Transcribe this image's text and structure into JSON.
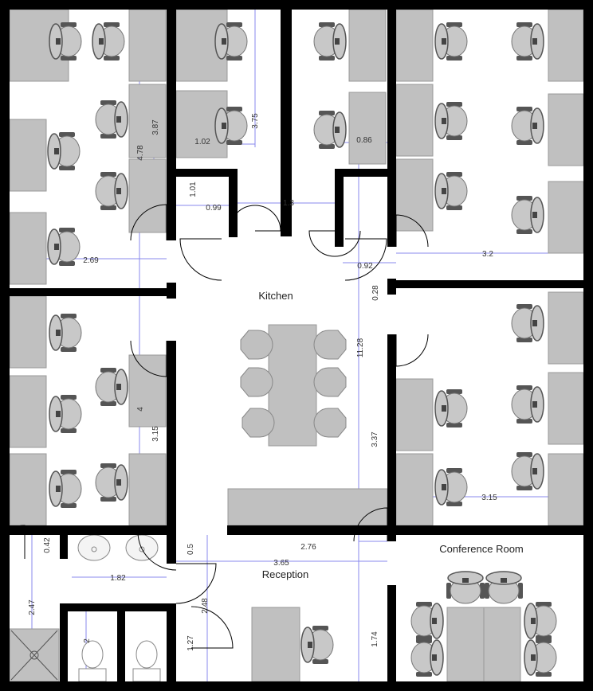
{
  "rooms": {
    "kitchen": "Kitchen",
    "reception": "Reception",
    "conference": "Conference Room"
  },
  "dimensions": {
    "d_3_87": "3.87",
    "d_4_78": "4.78",
    "d_3_75": "3.75",
    "d_1_02": "1.02",
    "d_0_86": "0.86",
    "d_1_01": "1.01",
    "d_0_99": "0.99",
    "d_1_3": "1.3",
    "d_2_69": "2.69",
    "d_0_92": "0.92",
    "d_0_28": "0.28",
    "d_3_2": "3.2",
    "d_11_28": "11.28",
    "d_4": "4",
    "d_3_15a": "3.15",
    "d_3_37": "3.37",
    "d_3_15b": "3.15",
    "d_0_42": "0.42",
    "d_0_5": "0.5",
    "d_2_76": "2.76",
    "d_3_65": "3.65",
    "d_1_82": "1.82",
    "d_2_47": "2.47",
    "d_2_48": "2.48",
    "d_2": "2",
    "d_1_27": "1.27",
    "d_1_74": "1.74"
  },
  "colors": {
    "wall": "#000000",
    "furniture": "#c0c0c0",
    "dimension_line": "#8888ee"
  }
}
